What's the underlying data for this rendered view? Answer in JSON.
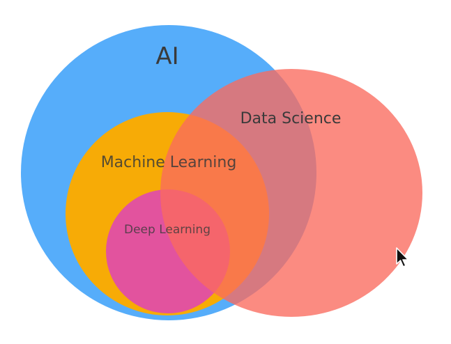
{
  "diagram": {
    "sets": [
      {
        "key": "ai",
        "label": "AI",
        "color": "#56adfa"
      },
      {
        "key": "ml",
        "label": "Machine Learning",
        "color": "#f7ab06"
      },
      {
        "key": "dl",
        "label": "Deep Learning",
        "color": "#e2539e"
      },
      {
        "key": "ds",
        "label": "Data Science",
        "color": "#fa6a5e"
      }
    ]
  },
  "cursor": {
    "icon": "mouse-pointer-icon"
  }
}
